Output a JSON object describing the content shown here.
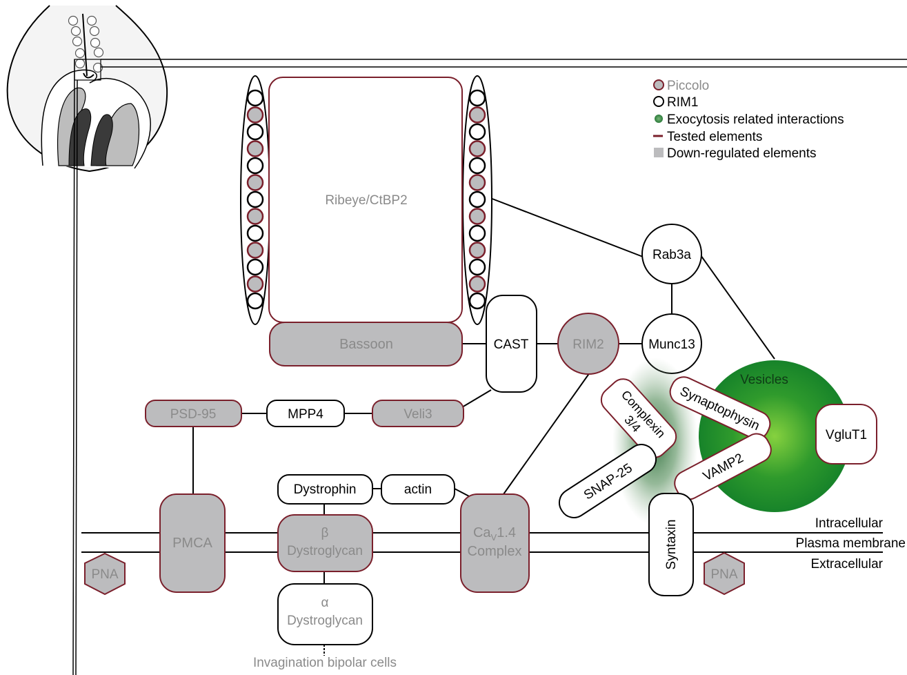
{
  "colors": {
    "tested": "#7a1f2b",
    "downregulated_fill": "#bcbcbe",
    "gray_text": "#8a8a8a",
    "vesicle_green": "#1f8a2e",
    "vesicle_green_light": "#7fd040",
    "black": "#000000"
  },
  "legend": {
    "piccolo": "Piccolo",
    "rim1": "RIM1",
    "exocytosis": "Exocytosis related interactions",
    "tested": "Tested elements",
    "downregulated": "Down-regulated elements"
  },
  "nodes": {
    "ribeye": "Ribeye/CtBP2",
    "bassoon": "Bassoon",
    "cast": "CAST",
    "rim2": "RIM2",
    "munc13": "Munc13",
    "rab3a": "Rab3a",
    "vesicles": "Vesicles",
    "vglut1": "VgluT1",
    "synaptophysin": "Synaptophysin",
    "complexin_line1": "Complexin",
    "complexin_line2": "3/4",
    "vamp2": "VAMP2",
    "snap25": "SNAP-25",
    "syntaxin": "Syntaxin",
    "psd95": "PSD-95",
    "mpp4": "MPP4",
    "veli3": "Veli3",
    "pmca": "PMCA",
    "dystrophin": "Dystrophin",
    "actin": "actin",
    "beta_dg_line1": "β",
    "beta_dg_line2": "Dystroglycan",
    "alpha_dg_line1": "α",
    "alpha_dg_line2": "Dystroglycan",
    "cav_ca": "Ca",
    "cav_sub": "V",
    "cav_rest": "1.4",
    "cav_line2": "Complex",
    "pna_left": "PNA",
    "pna_right": "PNA"
  },
  "membrane_labels": {
    "intracellular": "Intracellular",
    "plasma_membrane": "Plasma membrane",
    "extracellular": "Extracellular"
  },
  "footer": {
    "invagination": "Invagination bipolar cells"
  }
}
